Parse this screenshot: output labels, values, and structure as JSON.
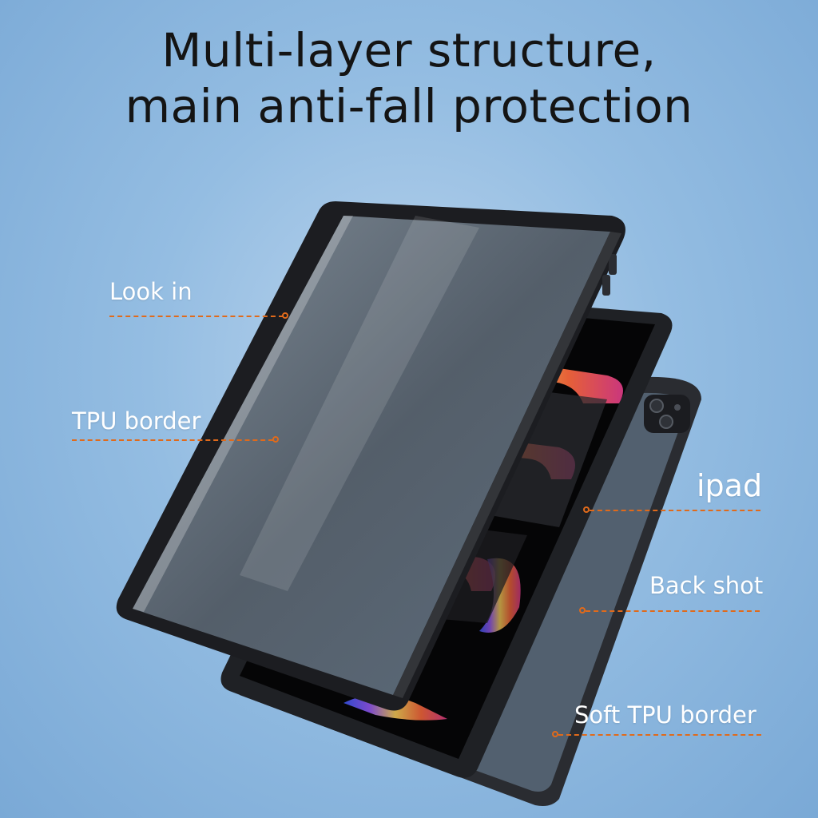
{
  "headline": {
    "line1": "Multi-layer structure,",
    "line2": "main anti-fall protection"
  },
  "callouts": {
    "look_in": "Look in",
    "tpu_border": "TPU border",
    "ipad": "ipad",
    "back_shot": "Back shot",
    "soft_tpu_border": "Soft TPU border"
  },
  "colors": {
    "background": "#94bde2",
    "leader_line": "#e06a1b",
    "label_text": "#ffffff",
    "headline_text": "#141414"
  }
}
